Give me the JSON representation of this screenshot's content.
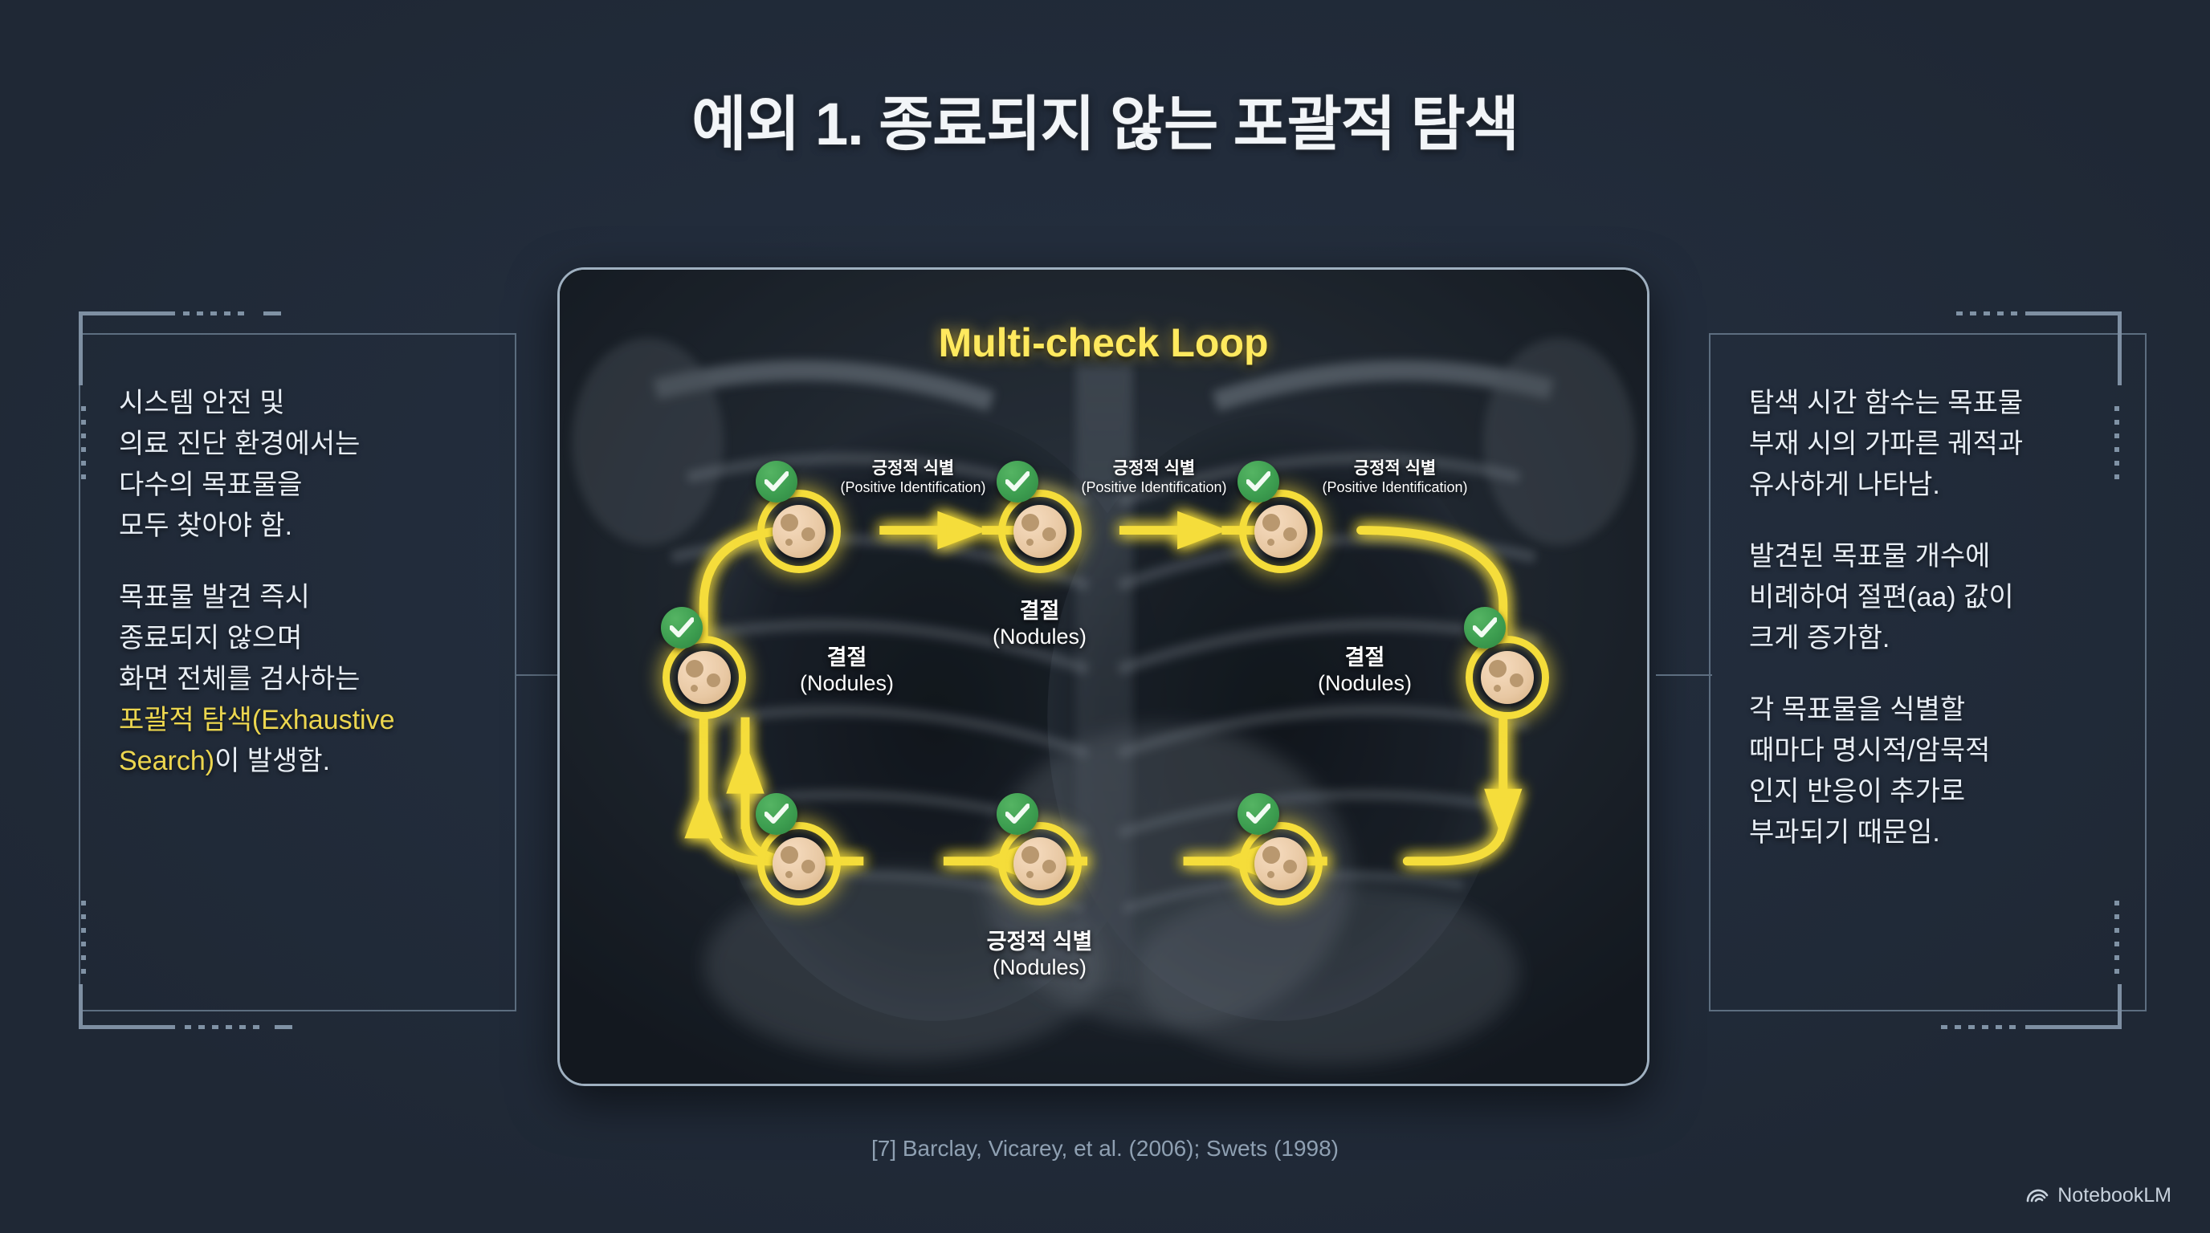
{
  "title": "예외 1. 종료되지 않는 포괄적 탐색",
  "left_panel": {
    "paragraph1": "시스템 안전 및\n의료 진단 환경에서는\n다수의 목표물을\n모두 찾아야 함.",
    "paragraph2_pre": "목표물 발견 즉시\n종료되지 않으며\n화면 전체를 검사하는\n",
    "paragraph2_highlight": "포괄적 탐색(Exhaustive Search)",
    "paragraph2_post": "이 발생함."
  },
  "right_panel": {
    "paragraph1": "탐색 시간 함수는 목표물\n부재 시의 가파른 궤적과\n유사하게 나타남.",
    "paragraph2": "발견된 목표물 개수에\n비례하여 절편(aa) 값이\n크게 증가함.",
    "paragraph3": "각 목표물을 식별할\n때마다 명시적/암묵적\n인지 반응이 추가로\n부과되기 때문임."
  },
  "diagram": {
    "loop_title": "Multi-check Loop",
    "label_positive_ko": "긍정적 식별",
    "label_positive_en": "(Positive Identification)",
    "label_nodule_ko": "결절",
    "label_nodule_en": "(Nodules)",
    "label_bottom_ko": "긍정적 식별",
    "label_bottom_en": "(Nodules)",
    "nodes": [
      {
        "id": "top-left",
        "badge": "check-badge"
      },
      {
        "id": "top-center",
        "badge": "check-badge"
      },
      {
        "id": "top-right",
        "badge": "check-badge"
      },
      {
        "id": "middle-left",
        "badge": "check-badge"
      },
      {
        "id": "middle-right",
        "badge": "check-badge"
      },
      {
        "id": "bottom-left",
        "badge": "check-badge"
      },
      {
        "id": "bottom-center",
        "badge": "check-badge"
      },
      {
        "id": "bottom-right",
        "badge": "check-badge"
      }
    ],
    "accent_yellow": "#f5dd3a",
    "accent_green": "#3d9e50",
    "highlight_text_color": "#ecd64f"
  },
  "citation": "[7] Barclay, Vicarey, et al. (2006); Swets (1998)",
  "brand": {
    "name": "NotebookLM",
    "logo": "notebooklm-logo"
  }
}
